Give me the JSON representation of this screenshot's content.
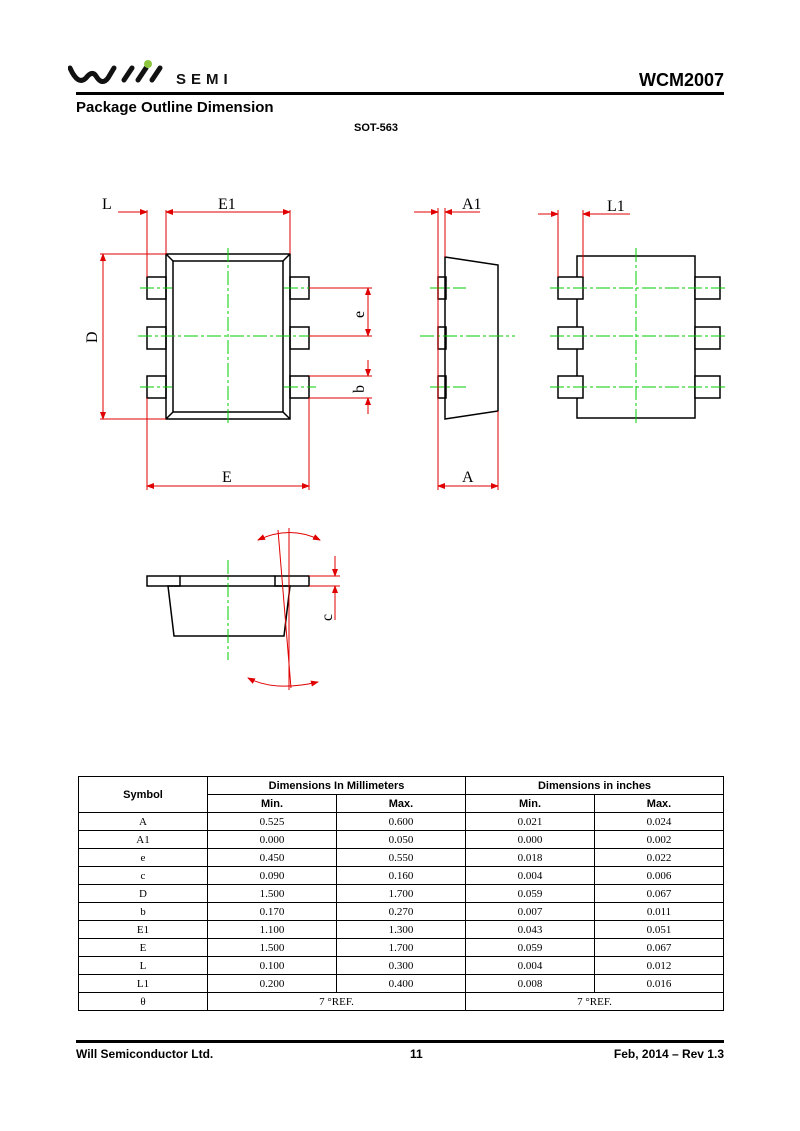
{
  "header": {
    "logo_text": "SEMI",
    "part_number": "WCM2007"
  },
  "section_title": "Package Outline Dimension",
  "package_name": "SOT-563",
  "drawing_labels": {
    "L": "L",
    "E1": "E1",
    "A1": "A1",
    "L1": "L1",
    "D": "D",
    "e": "e",
    "b": "b",
    "E": "E",
    "A": "A",
    "c": "c"
  },
  "table": {
    "symbol_header": "Symbol",
    "mm_header": "Dimensions In Millimeters",
    "in_header": "Dimensions in inches",
    "min": "Min.",
    "max": "Max.",
    "rows": [
      [
        "A",
        "0.525",
        "0.600",
        "0.021",
        "0.024"
      ],
      [
        "A1",
        "0.000",
        "0.050",
        "0.000",
        "0.002"
      ],
      [
        "e",
        "0.450",
        "0.550",
        "0.018",
        "0.022"
      ],
      [
        "c",
        "0.090",
        "0.160",
        "0.004",
        "0.006"
      ],
      [
        "D",
        "1.500",
        "1.700",
        "0.059",
        "0.067"
      ],
      [
        "b",
        "0.170",
        "0.270",
        "0.007",
        "0.011"
      ],
      [
        "E1",
        "1.100",
        "1.300",
        "0.043",
        "0.051"
      ],
      [
        "E",
        "1.500",
        "1.700",
        "0.059",
        "0.067"
      ],
      [
        "L",
        "0.100",
        "0.300",
        "0.004",
        "0.012"
      ],
      [
        "L1",
        "0.200",
        "0.400",
        "0.008",
        "0.016"
      ]
    ],
    "theta_row": {
      "symbol": "θ",
      "mm": "7 °REF.",
      "in": "7 °REF."
    }
  },
  "footer": {
    "company": "Will Semiconductor Ltd.",
    "page": "11",
    "date_rev": "Feb, 2014 – Rev 1.3"
  },
  "colors": {
    "dimension": "#e00000",
    "centerline": "#00cc00",
    "outline": "#000000"
  }
}
